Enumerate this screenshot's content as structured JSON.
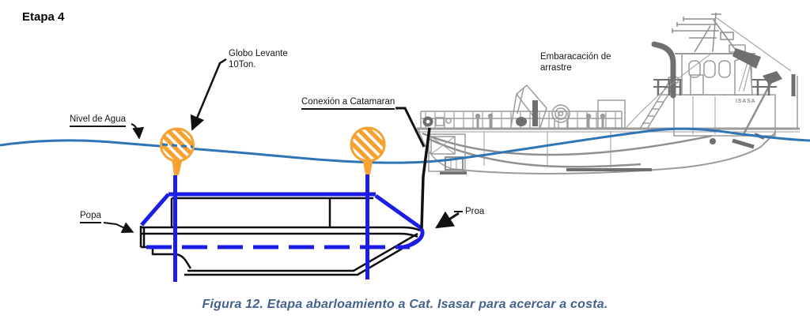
{
  "title": "Etapa 4",
  "labels": {
    "globo": {
      "line1": "Globo Levante",
      "line2": "10Ton."
    },
    "nivel": "Nivel de Agua",
    "conexion": "Conexión a Catamaran",
    "embarcacion": {
      "line1": "Embaracación de",
      "line2": "arrastre"
    },
    "popa": "Popa",
    "proa": "Proa"
  },
  "vessel": {
    "name": "ISASA"
  },
  "caption": "Figura 12. Etapa abarloamiento a Cat. Isasar para acercar a costa.",
  "colors": {
    "water": "#2E75B6",
    "frame": "#1D1DE8",
    "balloon": "#F6A232",
    "ink": "#111111",
    "gray": "#9B9B9B",
    "gray-dark": "#6F6F6F",
    "caption": "#44618E"
  }
}
